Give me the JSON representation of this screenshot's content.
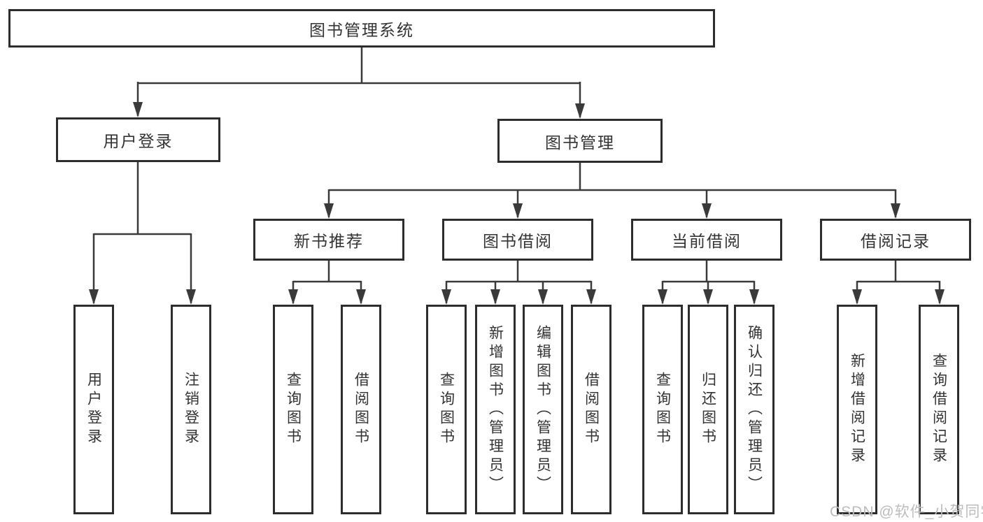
{
  "tree": {
    "root": {
      "label": "图书管理系统"
    },
    "children": [
      {
        "label": "用户登录",
        "children": [
          {
            "label": "用户登录"
          },
          {
            "label": "注销登录"
          }
        ]
      },
      {
        "label": "图书管理",
        "children": [
          {
            "label": "新书推荐",
            "children": [
              {
                "label": "查询图书"
              },
              {
                "label": "借阅图书"
              }
            ]
          },
          {
            "label": "图书借阅",
            "children": [
              {
                "label": "查询图书"
              },
              {
                "label": "新增图书（管理员）"
              },
              {
                "label": "编辑图书（管理员）"
              },
              {
                "label": "借阅图书"
              }
            ]
          },
          {
            "label": "当前借阅",
            "children": [
              {
                "label": "查询图书"
              },
              {
                "label": "归还图书"
              },
              {
                "label": "确认归还（管理员）"
              }
            ]
          },
          {
            "label": "借阅记录",
            "children": [
              {
                "label": "新增借阅记录"
              },
              {
                "label": "查询借阅记录"
              }
            ]
          }
        ]
      }
    ]
  },
  "watermark": {
    "text": "CSDN @软件_小贺同学"
  },
  "colors": {
    "line": "#3a3a3a",
    "box_border": "#2d2d2d",
    "text": "#333333",
    "watermark": "#bcbcbc"
  }
}
